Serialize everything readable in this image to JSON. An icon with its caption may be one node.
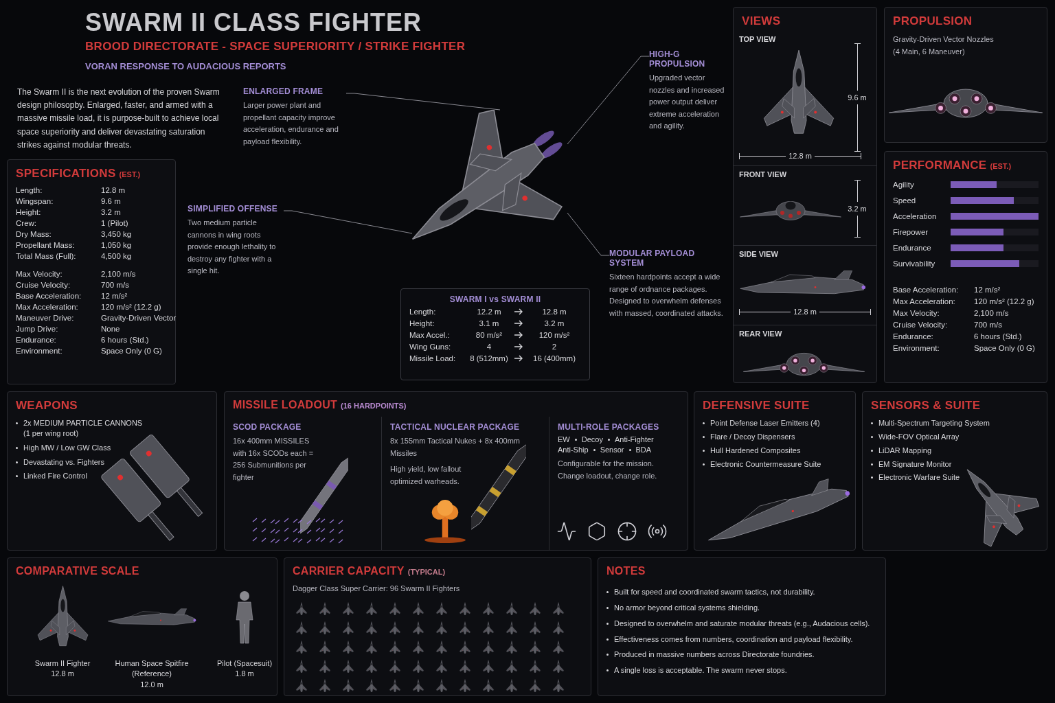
{
  "diagram": {
    "title": "SWARM II CLASS FIGHTER",
    "nodes": [
      {
        "text": [],
        "shape": "picture"
      },
      {
        "text": [
          "ENLARGED FRAME",
          "Larger power plant and propellant capacity improve acceleration, endurance and payload flexibility."
        ]
      },
      {
        "text": [
          "SIMPLIFIED OFFENSE",
          "Two medium particle cannons in wing roots provide enough lethality to destroy any fighter with a single hit."
        ]
      },
      {
        "text": [
          "HIGH-G PROPULSION",
          "Upgraded vector nozzles and increased power output deliver extreme acceleration and agility."
        ]
      },
      {
        "text": [
          "MODULAR PAYLOAD SYSTEM",
          "Sixteen hardpoints accept a wide range of ordnance packages. Designed to overwhelm defenses with massed, coordinated attacks."
        ]
      },
      {
        "text": [
          "SPECIFICATIONS",
          "(EST.)",
          "Length:",
          "12.8 m",
          "Wingspan:",
          "9.6 m",
          "Height:",
          "3.2 m",
          "Crew:",
          "1 (Pilot)",
          "Dry Mass:",
          "3,450 kg",
          "Propellant Mass:",
          "1,050 kg",
          "Total Mass (Full):",
          "4,500 kg",
          "Max Velocity:",
          "2,100 m/s",
          "Cruise Velocity:",
          "700 m/s",
          "Base Acceleration:",
          "12 m/s²",
          "Max Acceleration:",
          "120 m/s²  (12.2 g)",
          "Maneuver Drive:",
          "Gravity-Driven Vector",
          "Jump Drive:",
          "None",
          "Endurance:",
          "6 hours (Std.)",
          "Environment:",
          "Space Only (0 G)"
        ]
      },
      {
        "text": [
          "SWARM I vs SWARM II",
          "Length:",
          "12.2 m",
          "12.8 m",
          "Height:",
          "3.1 m",
          "3.2 m",
          "Max Accel.:",
          "80 m/s²",
          "120 m/s²",
          "Wing Guns:",
          "4",
          "2",
          "Missile Load:",
          "8 (512mm)",
          "16 (400mm)"
        ]
      },
      {
        "text": [
          "VIEWS"
        ]
      },
      {
        "text": [
          "TOP VIEW",
          "9.6 m",
          "12.8 m"
        ],
        "in": 7
      },
      {
        "text": [
          "FRONT VIEW",
          "3.2 m"
        ],
        "in": 7
      },
      {
        "text": [
          "SIDE VIEW",
          "12.8 m"
        ],
        "in": 7
      },
      {
        "text": [
          "REAR VIEW"
        ],
        "in": 7
      },
      {
        "text": [
          "PROPULSION",
          "Gravity-Driven Vector Nozzles",
          "(4 Main, 6 Maneuver)"
        ]
      },
      {
        "text": [
          "PERFORMANCE",
          "(EST.)",
          "Agility",
          "Speed",
          "Acceleration",
          "Firepower",
          "Endurance",
          "Survivability",
          "Base Acceleration:",
          "12 m/s²",
          "Max Acceleration:",
          "120 m/s² (12.2 g)",
          "Max Velocity:",
          "2,100 m/s",
          "Cruise Velocity:",
          "700 m/s",
          "Endurance:",
          "6 hours (Std.)",
          "Environment:",
          "Space Only (0 G)"
        ]
      },
      {
        "text": [
          "WEAPONS",
          "2x MEDIUM PARTICLE CANNONS (1 per wing root)",
          "High MW / Low GW Class",
          "Devastating vs. Fighters",
          "Linked Fire Control"
        ]
      },
      {
        "text": [
          "MISSILE LOADOUT",
          "(16 HARDPOINTS)"
        ]
      },
      {
        "text": [
          "SCOD PACKAGE",
          "16x 400mm MISSILES with 16x SCODs each = 256 Submunitions per fighter"
        ],
        "in": 15
      },
      {
        "text": [
          "TACTICAL NUCLEAR PACKAGE",
          "8x 155mm Tactical Nukes + 8x 400mm Missiles",
          "High yield, low fallout optimized warheads."
        ],
        "in": 15
      },
      {
        "text": [
          "MULTI-ROLE PACKAGES",
          "EW",
          "Decoy",
          "Anti-Fighter",
          "Anti-Ship",
          "Sensor",
          "BDA",
          "Configurable for the mission. Change loadout, change role."
        ],
        "in": 15
      },
      {
        "text": [
          "DEFENSIVE SUITE",
          "Point Defense Laser Emitters (4)",
          "Flare / Decoy Dispensers",
          "Hull Hardened Composites",
          "Electronic Countermeasure Suite"
        ]
      },
      {
        "text": [
          "SENSORS & SUITE",
          "Multi-Spectrum Targeting System",
          "Wide-FOV Optical Array",
          "LiDAR Mapping",
          "EM Signature Monitor",
          "Electronic Warfare Suite"
        ]
      },
      {
        "text": [
          "COMPARATIVE SCALE",
          "Swarm II Fighter",
          "12.8 m",
          "Human Space Spitfire (Reference)",
          "12.0 m",
          "Pilot (Spacesuit)",
          "1.8 m"
        ]
      },
      {
        "text": [
          "CARRIER CAPACITY",
          "(TYPICAL)",
          "Dagger Class Super Carrier: 96 Swarm II Fighters"
        ]
      },
      {
        "text": [
          "NOTES",
          "Built for speed and coordinated swarm tactics, not durability.",
          "No armor beyond critical systems shielding.",
          "Designed to overwhelm and saturate modular threats (e.g., Audacious cells).",
          "Effectiveness comes from numbers, coordination and payload flexibility.",
          "Produced in massive numbers across Directorate foundries.",
          "A single loss is acceptable. The swarm never stops."
        ]
      }
    ],
    "edges": [
      {
        "from": 1,
        "to": 0,
        "arrow": "none"
      },
      {
        "from": 2,
        "to": 0,
        "arrow": "none"
      },
      {
        "from": 3,
        "to": 0,
        "arrow": "none"
      },
      {
        "from": 4,
        "to": 0,
        "arrow": "none"
      }
    ],
    "labels": [
      "BROOD DIRECTORATE - SPACE SUPERIORITY / STRIKE FIGHTER",
      "VORAN RESPONSE TO AUDACIOUS REPORTS",
      "The Swarm II is the next evolution of the proven Swarm design philosopby. Enlarged, faster, and armed with a massive missile load, it is purpose-built to achieve local space superiority and deliver devastating saturation strikes against modular threats."
    ]
  }
}
